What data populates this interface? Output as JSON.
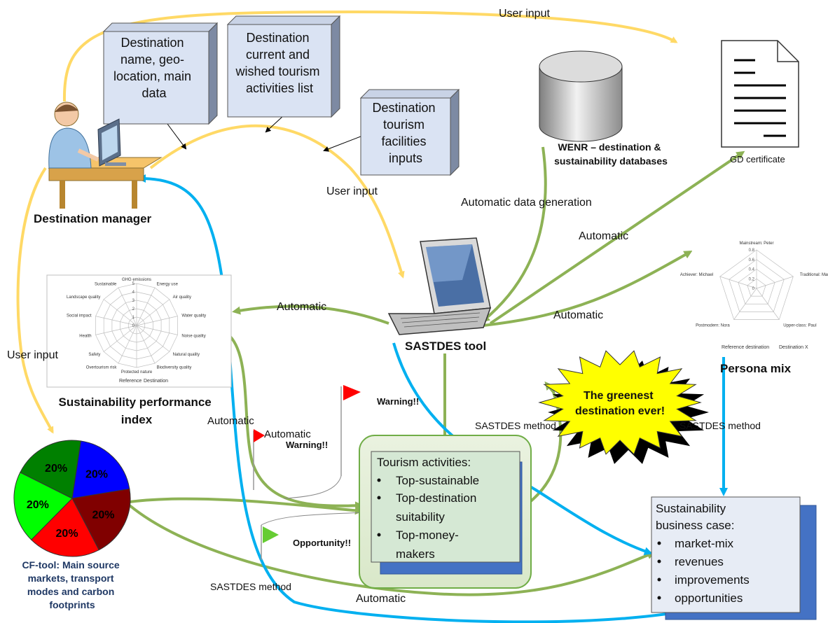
{
  "labels": {
    "user_input_top": "User input",
    "user_input_mid": "User input",
    "user_input_left": "User input",
    "automatic_data_generation": "Automatic data generation",
    "automatic_ne": "Automatic",
    "automatic_left": "Automatic",
    "automatic_right": "Automatic",
    "automatic_spi": "Automatic",
    "automatic_warning": "Automatic",
    "automatic_bottom": "Automatic",
    "sastdes_method_mid": "SASTDES method",
    "sastdes_method_right": "SASTDES method",
    "sastdes_method_bottom": "SASTDES method",
    "warning_1": "Warning!!",
    "warning_2": "Warning!!",
    "opportunity": "Opportunity!!"
  },
  "boxes": {
    "dest_name": [
      "Destination",
      "name, geo-",
      "location, main",
      "data"
    ],
    "dest_activities": [
      "Destination",
      "current and",
      "wished tourism",
      "activities list"
    ],
    "dest_facilities": [
      "Destination",
      "tourism",
      "facilities",
      "inputs"
    ]
  },
  "nodes": {
    "destination_manager": "Destination manager",
    "database_label": [
      "WENR – destination &",
      "sustainability databases"
    ],
    "gd_certificate": "GD certificate",
    "sastdes_tool": "SASTDES tool",
    "persona_mix": "Persona mix",
    "spi_label": [
      "Sustainability performance",
      "index"
    ],
    "cf_tool_label": [
      "CF-tool: Main source",
      "markets, transport",
      "modes and carbon",
      "footprints"
    ],
    "burst_text": [
      "The greenest",
      "destination ever!"
    ]
  },
  "tourism_activities": {
    "title": "Tourism activities:",
    "items": [
      "Top-sustainable",
      "Top-destination",
      "suitability",
      "Top-money-",
      "makers"
    ]
  },
  "business_case": {
    "title": [
      "Sustainability",
      "business case:"
    ],
    "items": [
      "market-mix",
      "revenues",
      "improvements",
      "opportunities"
    ]
  },
  "spider_spi": {
    "axes": [
      "GHG emissions",
      "Energy use",
      "Air quality",
      "Water quality",
      "Noise quality",
      "Natural quality",
      "Biodiversity quality",
      "Protected nature",
      "Overtourism risk",
      "Safety",
      "Health",
      "Social impact",
      "Landscape quality",
      "Sustainable"
    ],
    "scale": [
      "0",
      "1",
      "2",
      "3",
      "4",
      "5"
    ],
    "legend": [
      "Reference",
      "Destination"
    ]
  },
  "spider_persona": {
    "axes": [
      "Mainstream: Peter",
      "Traditional: Mary",
      "Upper-class: Paul",
      "Postmodern: Nora",
      "Achiever: Michael"
    ],
    "scale": [
      "0",
      "0.2",
      "0.4",
      "0.6",
      "0.8"
    ],
    "legend": [
      "Reference destination",
      "Destination X"
    ]
  },
  "chart_data": {
    "type": "pie",
    "categories": [
      "",
      "",
      "",
      "",
      ""
    ],
    "values": [
      20,
      20,
      20,
      20,
      20
    ],
    "labels": [
      "20%",
      "20%",
      "20%",
      "20%",
      "20%"
    ],
    "colors": [
      "#0000ff",
      "#800000",
      "#ff0000",
      "#00ff00",
      "#008000"
    ]
  },
  "colors": {
    "yellow_arrow": "#ffd966",
    "green_arrow": "#8db255",
    "blue_arrow": "#00b0f0",
    "box_fill": "#dae3f3",
    "box_shadow": "#4472c4",
    "burst_fill": "#ffff00"
  }
}
